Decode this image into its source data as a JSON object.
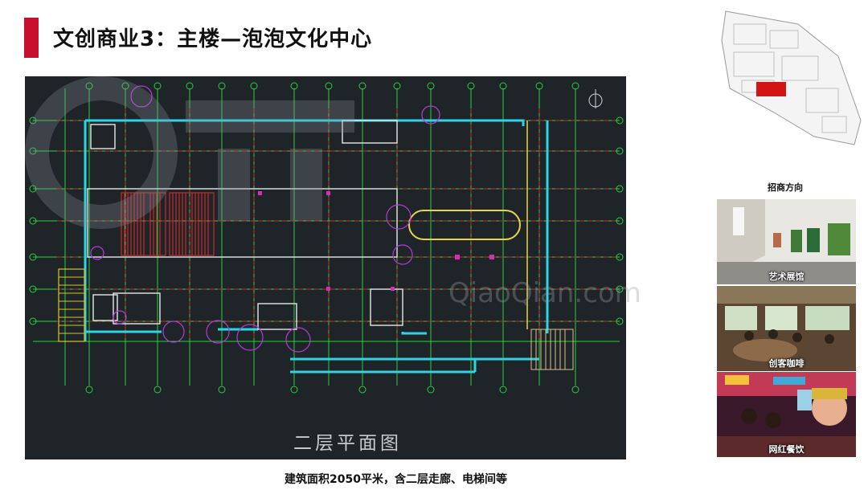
{
  "header": {
    "title": "文创商业3：主楼—泡泡文化中心"
  },
  "floor_plan": {
    "title": "二层平面图",
    "watermark_text": "QiaoQian.com"
  },
  "caption": "建筑面积2050平米，含二层走廊、电梯间等",
  "sidebar": {
    "leasing_label": "招商方向",
    "photos": [
      {
        "label": "艺术展馆"
      },
      {
        "label": "创客咖啡"
      },
      {
        "label": "网红餐饮"
      }
    ]
  },
  "colors": {
    "accent": "#c8102e",
    "plan_bg": "#1f2429"
  }
}
